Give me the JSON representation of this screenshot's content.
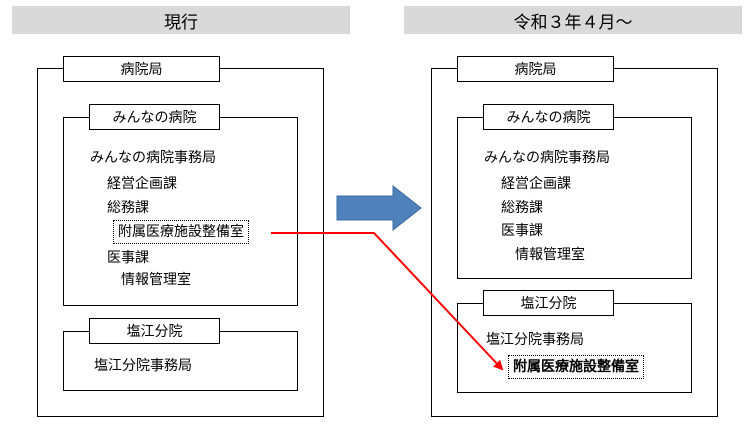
{
  "left": {
    "header": "現行",
    "hospital_bureau": "病院局",
    "minna_hospital": {
      "label": "みんなの病院",
      "office": "みんなの病院事務局",
      "keiei": "経営企画課",
      "somu": "総務課",
      "fuzoku": "附属医療施設整備室",
      "iji": "医事課",
      "joho": "情報管理室"
    },
    "shiogama": {
      "label": "塩江分院",
      "office": "塩江分院事務局"
    }
  },
  "right": {
    "header": "令和３年４月～",
    "hospital_bureau": "病院局",
    "minna_hospital": {
      "label": "みんなの病院",
      "office": "みんなの病院事務局",
      "keiei": "経営企画課",
      "somu": "総務課",
      "iji": "医事課",
      "joho": "情報管理室"
    },
    "shiogama": {
      "label": "塩江分院",
      "office": "塩江分院事務局",
      "fuzoku": "附属医療施設整備室"
    }
  },
  "colors": {
    "header_bg": "#d9d9d9",
    "arrow_blue": "#4f81bd",
    "move_line": "#ff0000"
  }
}
